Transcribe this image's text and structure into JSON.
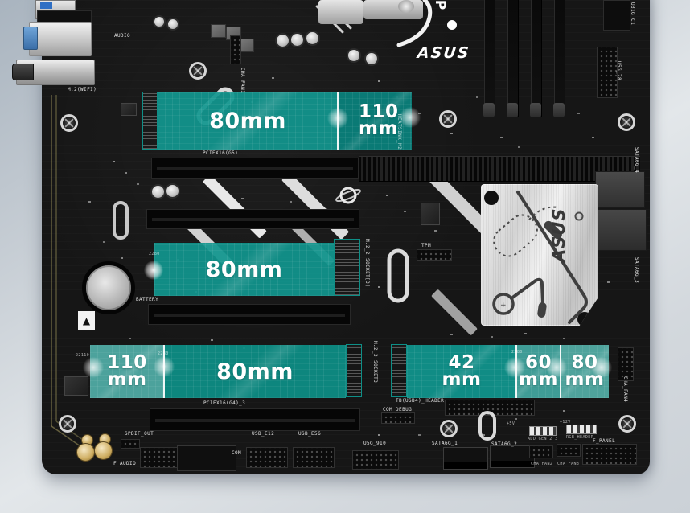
{
  "scene": {
    "description": "ASUS motherboard product photo with teal M.2 slot length overlays",
    "colors": {
      "background_top": "#a9b4bf",
      "background_mid": "#e3e7ea",
      "background_bottom": "#cbd1d7",
      "pcb": "#161616",
      "overlay_teal": "#11968e",
      "overlay_teal_light": "#54b6af",
      "heatsink_silver": "#d9d9d9",
      "text_white": "#ffffff"
    }
  },
  "brand": {
    "logo": "ASUS",
    "heatsink_logo": "ASUS",
    "partial_letter": "P"
  },
  "m2_overlays": {
    "slot1": {
      "sections": [
        {
          "lines": [
            "80mm"
          ]
        },
        {
          "lines": [
            "110",
            "mm"
          ]
        }
      ]
    },
    "slot2": {
      "sections": [
        {
          "lines": [
            "80mm"
          ]
        }
      ]
    },
    "slot3": {
      "sections": [
        {
          "lines": [
            "110",
            "mm"
          ]
        },
        {
          "lines": [
            "80mm"
          ]
        }
      ]
    },
    "slot4": {
      "sections": [
        {
          "lines": [
            "42",
            "mm"
          ]
        },
        {
          "lines": [
            "60",
            "mm"
          ]
        },
        {
          "lines": [
            "80",
            "mm"
          ]
        }
      ]
    }
  },
  "silkscreen": [
    "AUDIO",
    "CHA_FAN1",
    "M.2(WIFI)",
    "PCIEX16(G5)",
    "HEATSINK_M2",
    "U31G_C1",
    "U5G_78",
    "SATA6G_4",
    "SATA6G_3",
    "TPM",
    "M.2_2 SOCKET[3]",
    "2280",
    "BATTERY",
    "22110",
    "2280",
    "2280",
    "M.2_3 SOCKET3",
    "PCIEX16(G4)_3",
    "TB(USB4)_HEADER",
    "COM_DEBUG",
    "SPDIF_OUT",
    "USB_E12",
    "USB_E56",
    "U5G_910",
    "SATA6G_1",
    "SATA6G_2",
    "ADD_GEN 2_3",
    "RGB_HEADER",
    "F_PANEL",
    "CHA_FAN2",
    "CHA_FAN3",
    "COM",
    "F_AUDIO",
    "CHA_FAN4",
    "+5V",
    "+12V"
  ]
}
